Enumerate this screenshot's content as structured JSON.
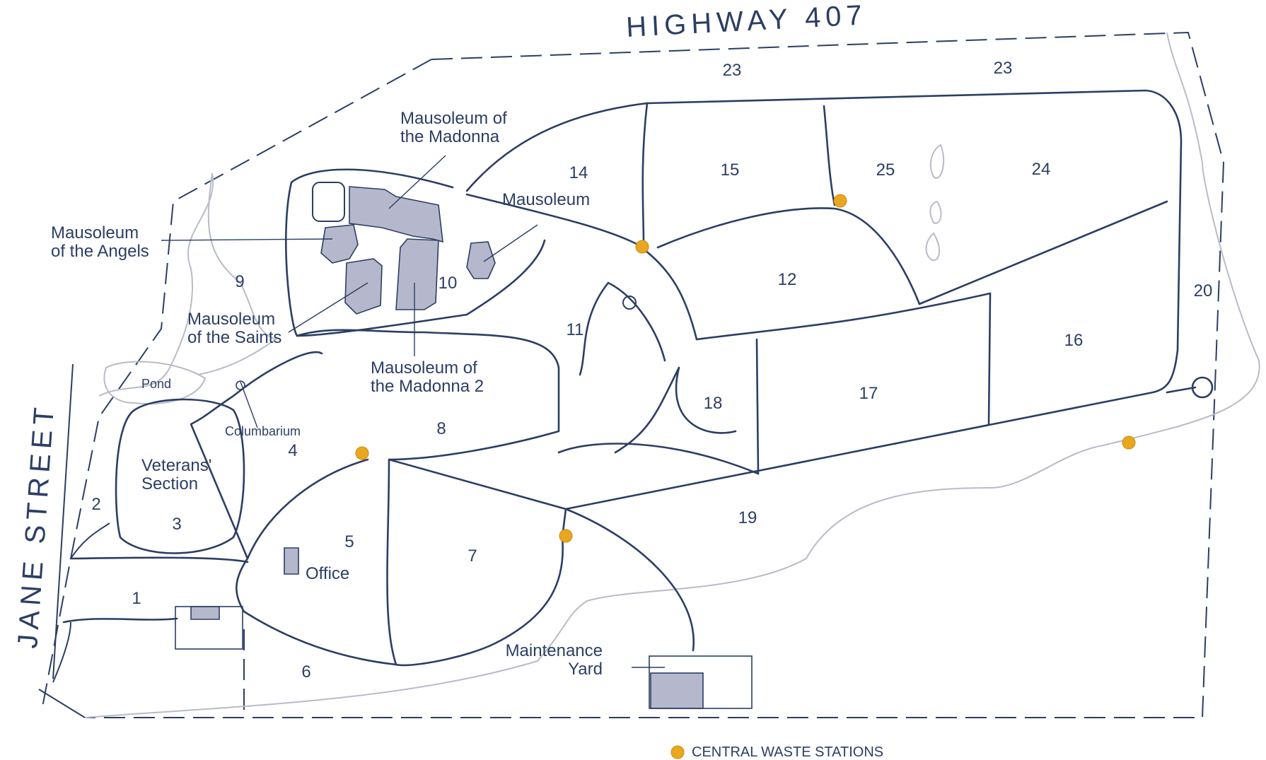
{
  "roads": {
    "highway": "HIGHWAY 407",
    "street": "JANE STREET"
  },
  "sections": [
    "23",
    "23",
    "14",
    "15",
    "25",
    "24",
    "9",
    "10",
    "12",
    "20",
    "11",
    "16",
    "17",
    "18",
    "8",
    "4",
    "2",
    "3",
    "5",
    "7",
    "19",
    "1",
    "6"
  ],
  "features": {
    "madonna": "Mausoleum of\nthe Madonna",
    "angels": "Mausoleum\nof the Angels",
    "mausoleum": "Mausoleum",
    "saints": "Mausoleum\nof the Saints",
    "madonna2": "Mausoleum of\nthe Madonna 2",
    "pond": "Pond",
    "columbarium": "Columbarium",
    "veterans": "Veterans'\nSection",
    "office": "Office",
    "maintenance": "Maintenance\nYard"
  },
  "legend": {
    "label": "CENTRAL WASTE STATIONS",
    "color": "#e9a71f",
    "icon": "waste-station-dot"
  },
  "colors": {
    "ink": "#2c3e63",
    "building": "#b5b8cc",
    "trail": "#b9bbc8",
    "waste": "#e9a71f"
  }
}
